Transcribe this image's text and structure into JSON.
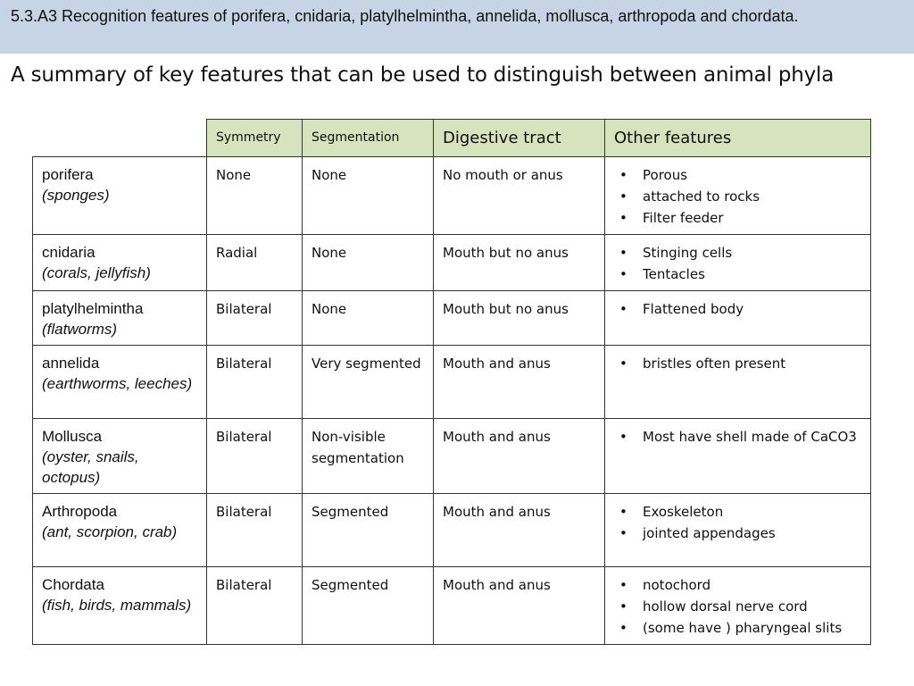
{
  "header": {
    "banner_title": "5.3.A3 Recognition features of porifera, cnidaria, platylhelmintha, annelida, mollusca, arthropoda and chordata.",
    "subtitle": "A summary of key features that can be used to distinguish between animal phyla"
  },
  "table": {
    "columns": [
      "Symmetry",
      "Segmentation",
      "Digestive tract",
      "Other features"
    ],
    "rows": [
      {
        "phylum": "porifera",
        "common": "(sponges)",
        "symmetry": "None",
        "segmentation": "None",
        "digestive": "No mouth or anus",
        "features": [
          "Porous",
          "attached to rocks",
          "Filter feeder"
        ]
      },
      {
        "phylum": "cnidaria",
        "common": "(corals, jellyfish)",
        "symmetry": "Radial",
        "segmentation": "None",
        "digestive": "Mouth but no anus",
        "features": [
          "Stinging cells",
          "Tentacles"
        ]
      },
      {
        "phylum": "platylhelmintha",
        "common": "(flatworms)",
        "symmetry": "Bilateral",
        "segmentation": "None",
        "digestive": "Mouth but no anus",
        "features": [
          "Flattened body"
        ]
      },
      {
        "phylum": "annelida",
        "common": "(earthworms, leeches)",
        "symmetry": "Bilateral",
        "segmentation": "Very segmented",
        "digestive": "Mouth and anus",
        "features": [
          "bristles often present"
        ]
      },
      {
        "phylum": "Mollusca",
        "common": "(oyster, snails, octopus)",
        "symmetry": "Bilateral",
        "segmentation": "Non-visible segmentation",
        "digestive": "Mouth and anus",
        "features": [
          "Most have shell made of CaCO3"
        ]
      },
      {
        "phylum": "Arthropoda",
        "common": "(ant, scorpion, crab)",
        "symmetry": "Bilateral",
        "segmentation": "Segmented",
        "digestive": "Mouth and anus",
        "features": [
          "Exoskeleton",
          "jointed appendages"
        ]
      },
      {
        "phylum": "Chordata",
        "common": "(fish, birds, mammals)",
        "symmetry": "Bilateral",
        "segmentation": "Segmented",
        "digestive": "Mouth and anus",
        "features": [
          "notochord",
          "hollow dorsal nerve cord",
          "(some have ) pharyngeal slits"
        ]
      }
    ]
  },
  "colors": {
    "banner_bg": "#c6d4e6",
    "header_cell_bg": "#d6e3bc"
  }
}
